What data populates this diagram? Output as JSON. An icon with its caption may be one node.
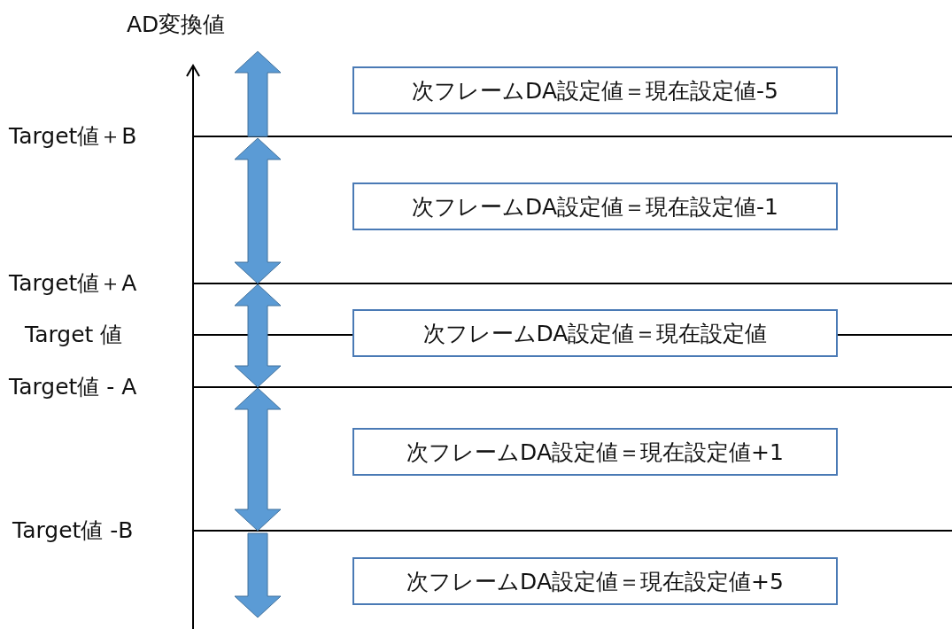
{
  "diagram": {
    "nodes": [
      {
        "text": [
          "次フレームDA設定値＝現在設定値-5"
        ]
      },
      {
        "text": [
          "次フレームDA設定値＝現在設定値-1"
        ]
      },
      {
        "text": [
          "次フレームDA設定値＝現在設定値"
        ]
      },
      {
        "text": [
          "次フレームDA設定値＝現在設定値+1"
        ]
      },
      {
        "text": [
          "次フレームDA設定値＝現在設定値+5"
        ]
      }
    ],
    "edges": [],
    "labels": [
      "AD変換値",
      "Target値＋B",
      "Target値＋A",
      "Target 値",
      "Target値 - A",
      "Target値 -B"
    ]
  }
}
